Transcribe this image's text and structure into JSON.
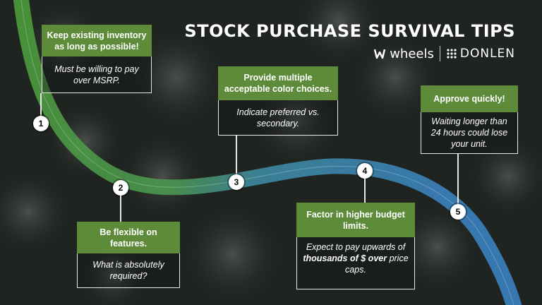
{
  "title": "STOCK PURCHASE SURVIVAL TIPS",
  "brand": {
    "wheels": "wheels",
    "donlen": "DONLEN"
  },
  "tips": [
    {
      "number": "1",
      "heading": "Keep existing inventory as long as possible!",
      "note": "Must be willing to pay over MSRP."
    },
    {
      "number": "2",
      "heading": "Be flexible on features.",
      "note": "What is absolutely required?"
    },
    {
      "number": "3",
      "heading": "Provide multiple acceptable color choices.",
      "note": "Indicate preferred vs. secondary."
    },
    {
      "number": "4",
      "heading": "Factor in higher budget limits.",
      "note_prefix": "Expect to pay upwards of ",
      "note_bold": "thousands of $ over",
      "note_suffix": " price caps."
    },
    {
      "number": "5",
      "heading": "Approve quickly!",
      "note": "Waiting longer than 24 hours could lose your unit."
    }
  ],
  "colors": {
    "accent": "#5e8b3a",
    "road_green": "#4fa33c",
    "road_blue": "#3b86c9"
  }
}
